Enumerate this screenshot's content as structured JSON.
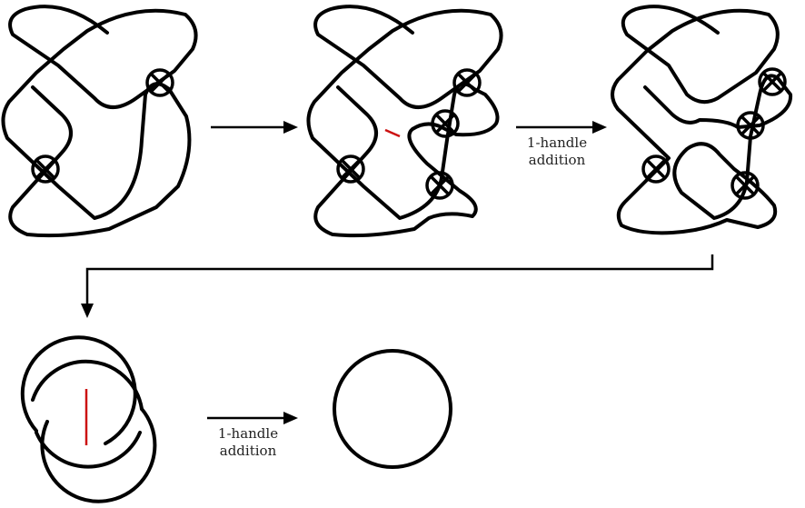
{
  "labels": {
    "arrow_2": [
      "1-handle",
      "addition"
    ],
    "arrow_5": [
      "1-handle",
      "addition"
    ]
  }
}
